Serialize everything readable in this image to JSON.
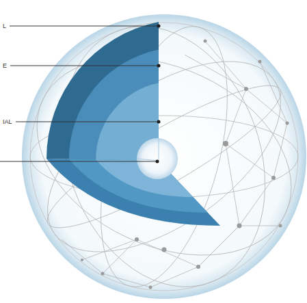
{
  "diagram": {
    "labels": [
      "L",
      "E",
      "IAL"
    ]
  }
}
